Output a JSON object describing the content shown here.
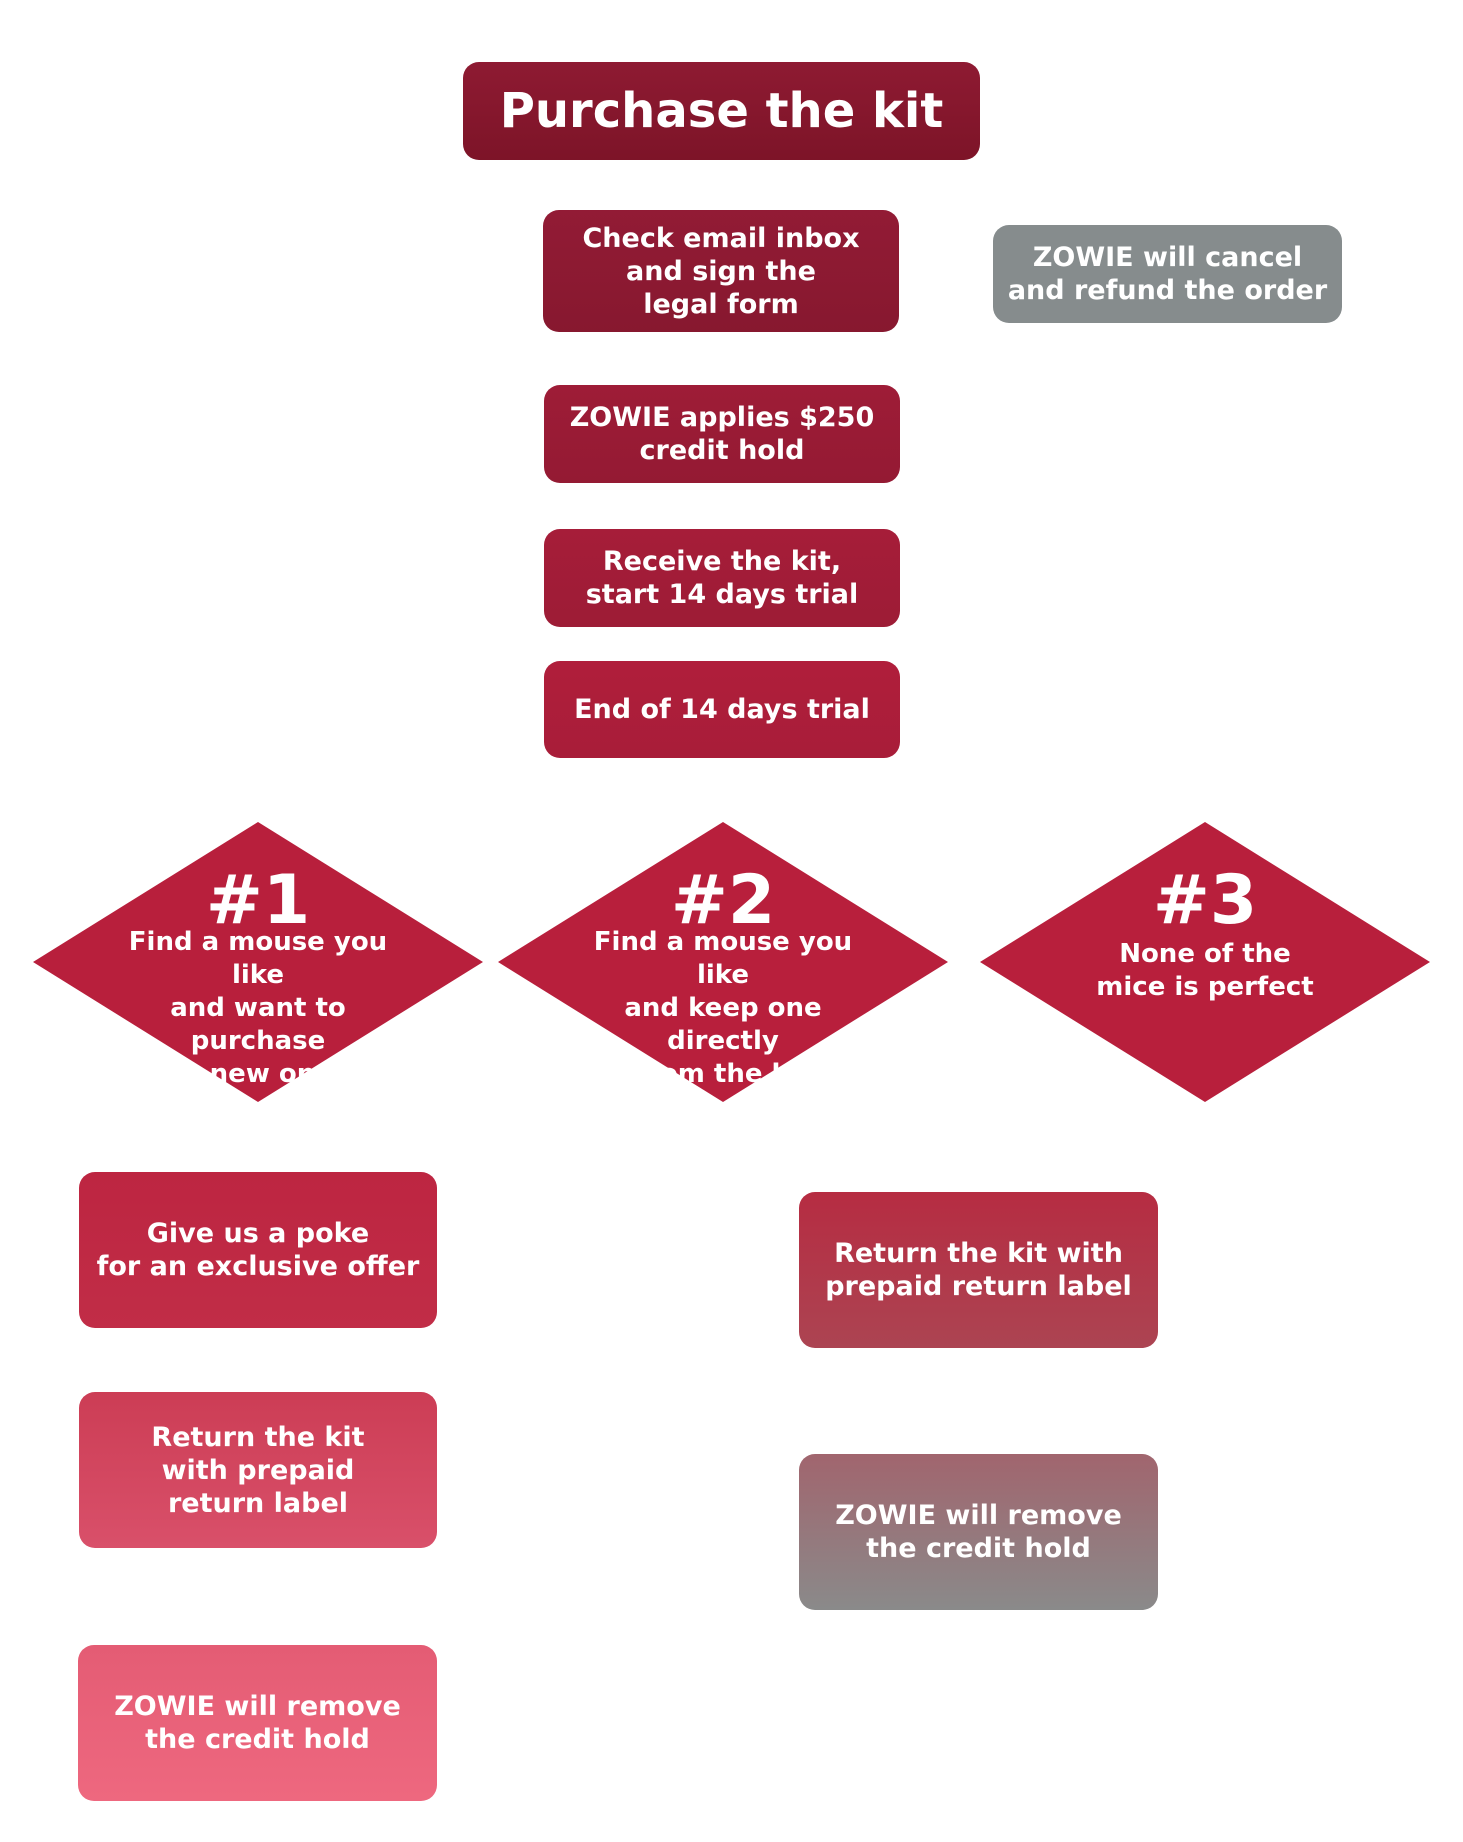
{
  "header": {
    "title": "Purchase the kit"
  },
  "steps": [
    "Check email inbox\nand sign the\nlegal form",
    "ZOWIE applies $250\ncredit hold",
    "Receive the kit,\nstart 14 days trial",
    "End of 14 days trial"
  ],
  "cancel_note": "ZOWIE will cancel\nand refund the order",
  "options": [
    {
      "number": "#1",
      "text": "Find a mouse you like\nand want to purchase\na new one"
    },
    {
      "number": "#2",
      "text": "Find a mouse you like\nand keep one directly\nfrom the kit"
    },
    {
      "number": "#3",
      "text": "None of the\nmice is perfect"
    }
  ],
  "branch_1": [
    "Give us a poke\nfor an exclusive offer",
    "Return the kit\nwith prepaid\nreturn label",
    "ZOWIE will remove\nthe credit hold"
  ],
  "branch_3": [
    "Return the kit with\nprepaid return label",
    "ZOWIE will remove\nthe credit hold"
  ],
  "colors": {
    "primary": "#8e1a32",
    "diamond": "#b81f3c",
    "gray": "#868c8d",
    "pink": "#ee687f"
  }
}
